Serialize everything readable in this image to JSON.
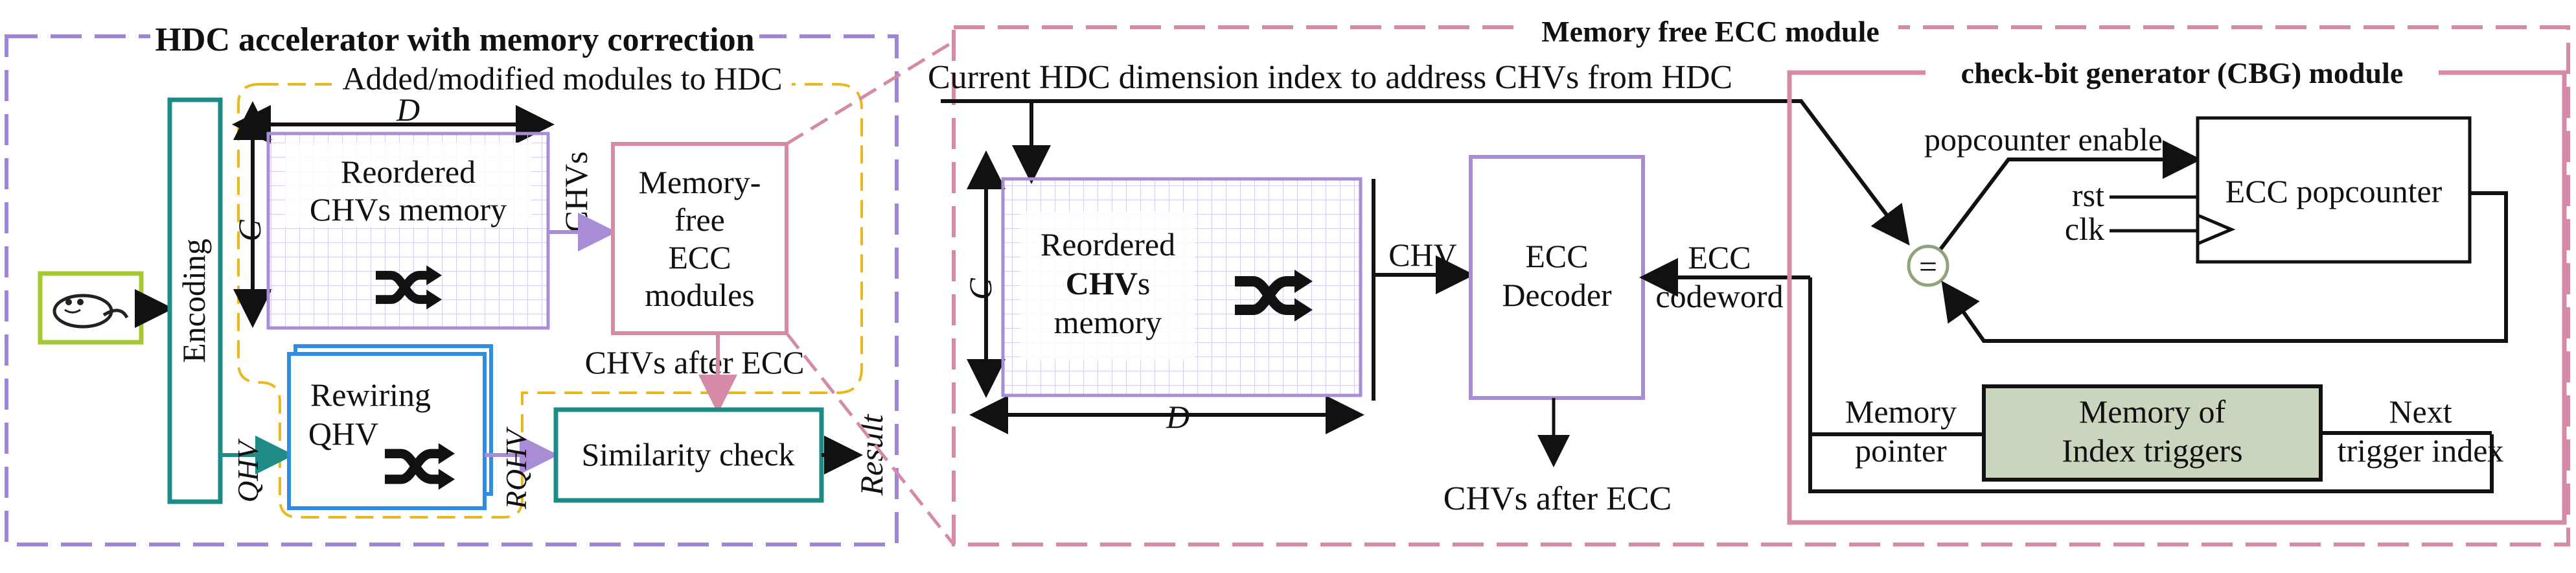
{
  "hdc": {
    "title": "HDC accelerator with memory correction",
    "added_label": "Added/modified  modules to HDC",
    "dim_d": "D",
    "dim_c": "C",
    "reordered_line1": "Reordered",
    "reordered_line2": "CHVs memory",
    "encoding": "Encoding",
    "chvs": "CHVs",
    "mf_line1": "Memory-",
    "mf_line2": "free",
    "mf_line3": "ECC",
    "mf_line4": "modules",
    "chvs_after": "CHVs after ECC",
    "qhv": "QHV",
    "rewiring_line1": "Rewiring",
    "rewiring_line2": "QHV",
    "rqhv": "RQHV",
    "similarity": "Similarity check",
    "result": "Result"
  },
  "ecc": {
    "title": "Memory free ECC module",
    "index_label": "Current HDC dimension index to address CHVs from HDC",
    "dim_d": "D",
    "dim_c": "C",
    "reordered_line1": "Reordered",
    "reordered_bold": "CHV",
    "reordered_suffix": "s",
    "reordered_line3": "memory",
    "chv": "CHV",
    "decoder_line1": "ECC",
    "decoder_line2": "Decoder",
    "codeword_line1": "ECC",
    "codeword_line2": "codeword",
    "chvs_after": "CHVs after ECC"
  },
  "cbg": {
    "title": "check-bit generator (CBG) module",
    "popcounter_enable": "popcounter enable",
    "ecc_popcounter": "ECC popcounter",
    "rst": "rst",
    "clk": "clk",
    "eq": "=",
    "memory_line1": "Memory",
    "memory_line2": "pointer",
    "mem_idx_line1": "Memory of",
    "mem_idx_line2": "Index triggers",
    "next_line1": "Next",
    "next_line2": "trigger index"
  },
  "colors": {
    "purple_border": "#9f86d6",
    "pink_border": "#d58aa8",
    "yellow_dash": "#e9b81c",
    "teal": "#1f8b86",
    "blue": "#2f8de0",
    "purple_box": "#a98cd6",
    "pink_box": "#d58aa8",
    "grid": "#d8ccf0",
    "green_icon": "#a6c832",
    "memory_index_fill": "#c9d5bd"
  },
  "icons": [
    "seal-icon",
    "shuffle-icon",
    "equality-comparator-icon"
  ]
}
